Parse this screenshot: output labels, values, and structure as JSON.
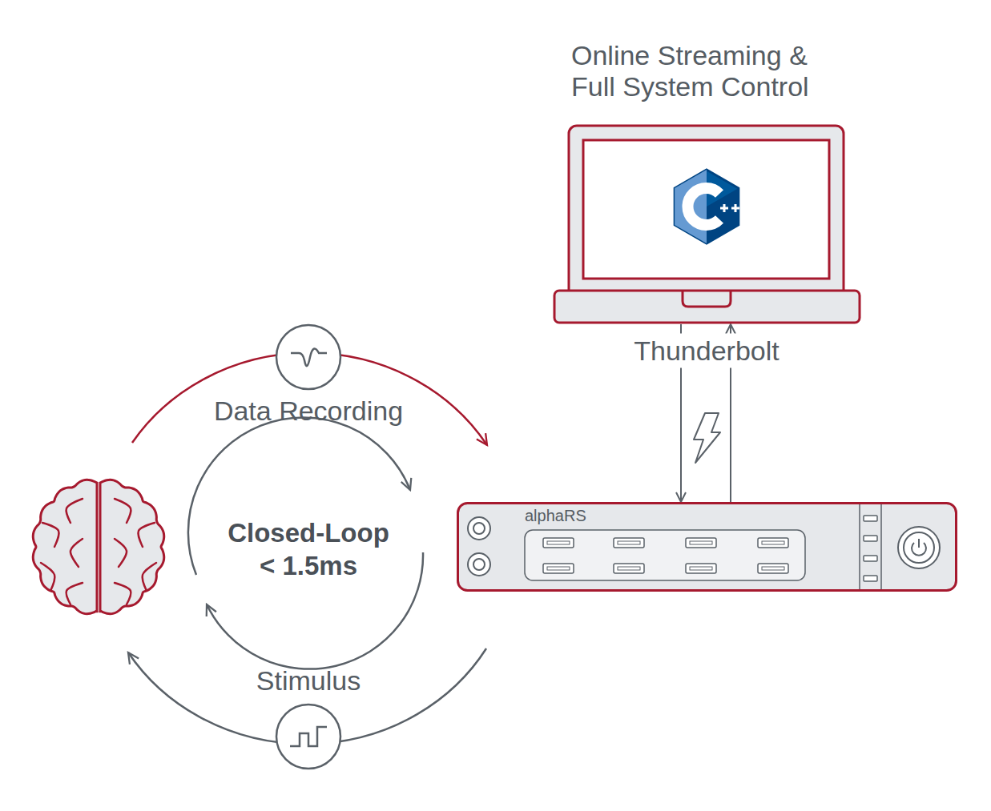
{
  "diagram": {
    "nodes": [
      {
        "text": [
          "Online Streaming & Full System Control"
        ]
      },
      {
        "text": [
          "alphaRS"
        ]
      }
    ],
    "edges": [
      {
        "from": 0,
        "to": 1,
        "arrow": "to",
        "label": "Thunderbolt"
      },
      {
        "from": 1,
        "to": 0,
        "arrow": "to"
      }
    ],
    "labels": [
      "Data Recording",
      "Closed-Loop < 1.5ms",
      "Stimulus"
    ]
  }
}
